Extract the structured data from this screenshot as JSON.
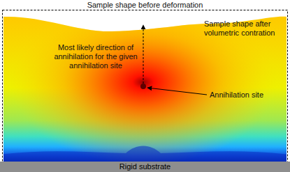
{
  "diagram": {
    "nodes": [
      {
        "text": [
          "Rigid substrate"
        ]
      }
    ],
    "labels": [
      "Sample shape before deformation",
      "Sample shape after volumetric contration",
      "Most likely direction of annihilation for the given annihilation site",
      "Annihilation site"
    ]
  }
}
